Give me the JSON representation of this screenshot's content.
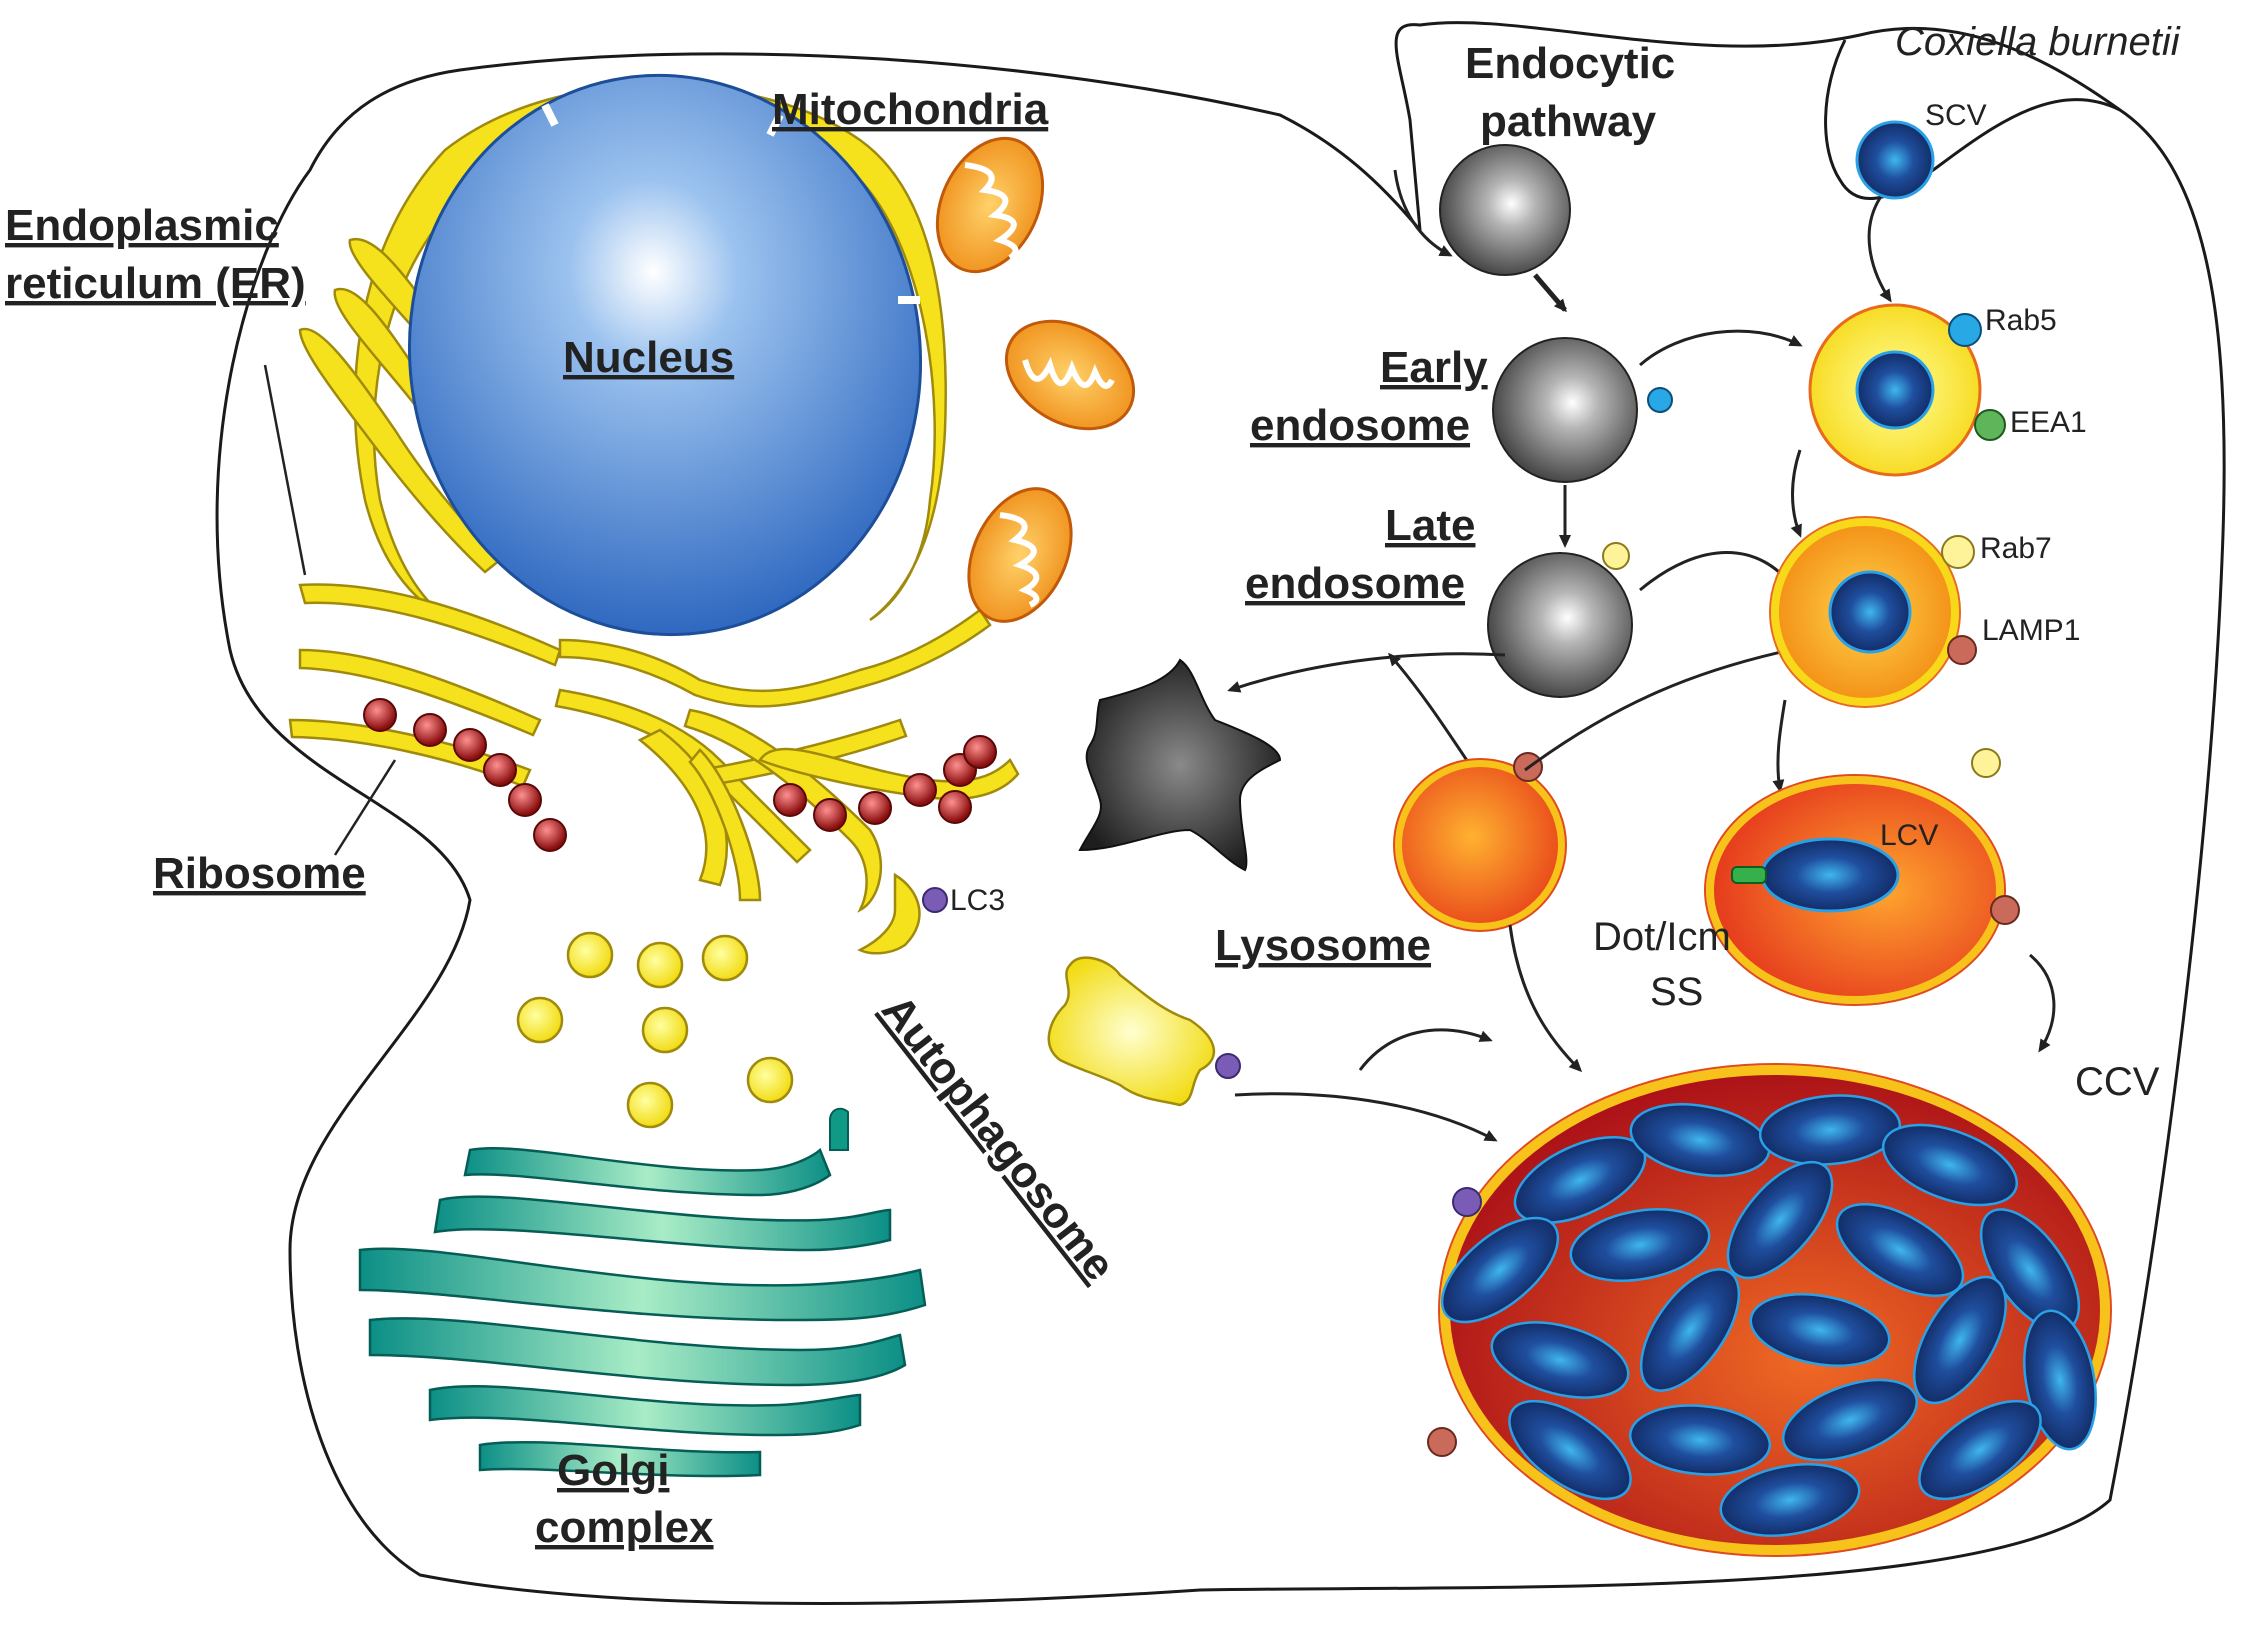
{
  "labels": {
    "er_line1": "Endoplasmic",
    "er_line2": "reticulum (ER)",
    "mitochondria": "Mitochondria",
    "nucleus": "Nucleus",
    "ribosome": "Ribosome",
    "golgi_line1": "Golgi",
    "golgi_line2": "complex",
    "lc3_small": "LC3",
    "endocytic_line1": "Endocytic",
    "endocytic_line2": "pathway",
    "early_line1": "Early",
    "early_line2": "endosome",
    "late_line1": "Late",
    "late_line2": "endosome",
    "lysosome": "Lysosome",
    "autophagosome": "Autophagosome",
    "coxiella": "Coxiella burnetii",
    "scv": "SCV",
    "rab5": "Rab5",
    "eea1": "EEA1",
    "rab7": "Rab7",
    "lamp1": "LAMP1",
    "lcv": "LCV",
    "dot_line1": "Dot/Icm",
    "dot_line2": "SS",
    "ccv": "CCV"
  },
  "colors": {
    "nucleus": "#3f7fcf",
    "er_yellow": "#f5e11c",
    "ribosome": "#a01818",
    "golgi": "#0f9a86",
    "endosome_gray": "#6a6a6a",
    "lysosome_orange": "#f05a1e",
    "ccv_red": "#b0161e",
    "bacterium": "#1b3b8c",
    "rab5_marker": "#29a8e6",
    "eea1_marker": "#5fb55a",
    "rab7_marker": "#fff39a",
    "lamp1_marker": "#c96a5a",
    "lc3_marker": "#7a5bb5"
  }
}
